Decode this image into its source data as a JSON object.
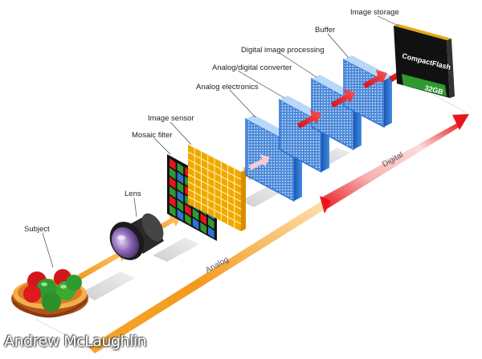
{
  "labels": {
    "subject": "Subject",
    "lens": "Lens",
    "mosaic_filter": "Mosaic filter",
    "image_sensor": "Image sensor",
    "analog_electronics": "Analog electronics",
    "adc": "Analog/digital converter",
    "dip": "Digital image processing",
    "buffer": "Buffer",
    "image_storage": "Image storage"
  },
  "stages": {
    "analog": "Analog",
    "digital": "Digital"
  },
  "card": {
    "brand": "CompactFlash",
    "capacity": "32GB"
  },
  "credit": "Andrew McLaughlin",
  "colors": {
    "orange": "#f39a1e",
    "red": "#e8161c",
    "blue": "#2b74d6",
    "yellow": "#ffd100",
    "green": "#2f9a2f"
  },
  "icons": [
    "apple-bowl",
    "camera-lens",
    "bayer-filter",
    "sensor-grid",
    "processing-board",
    "compactflash-card"
  ]
}
